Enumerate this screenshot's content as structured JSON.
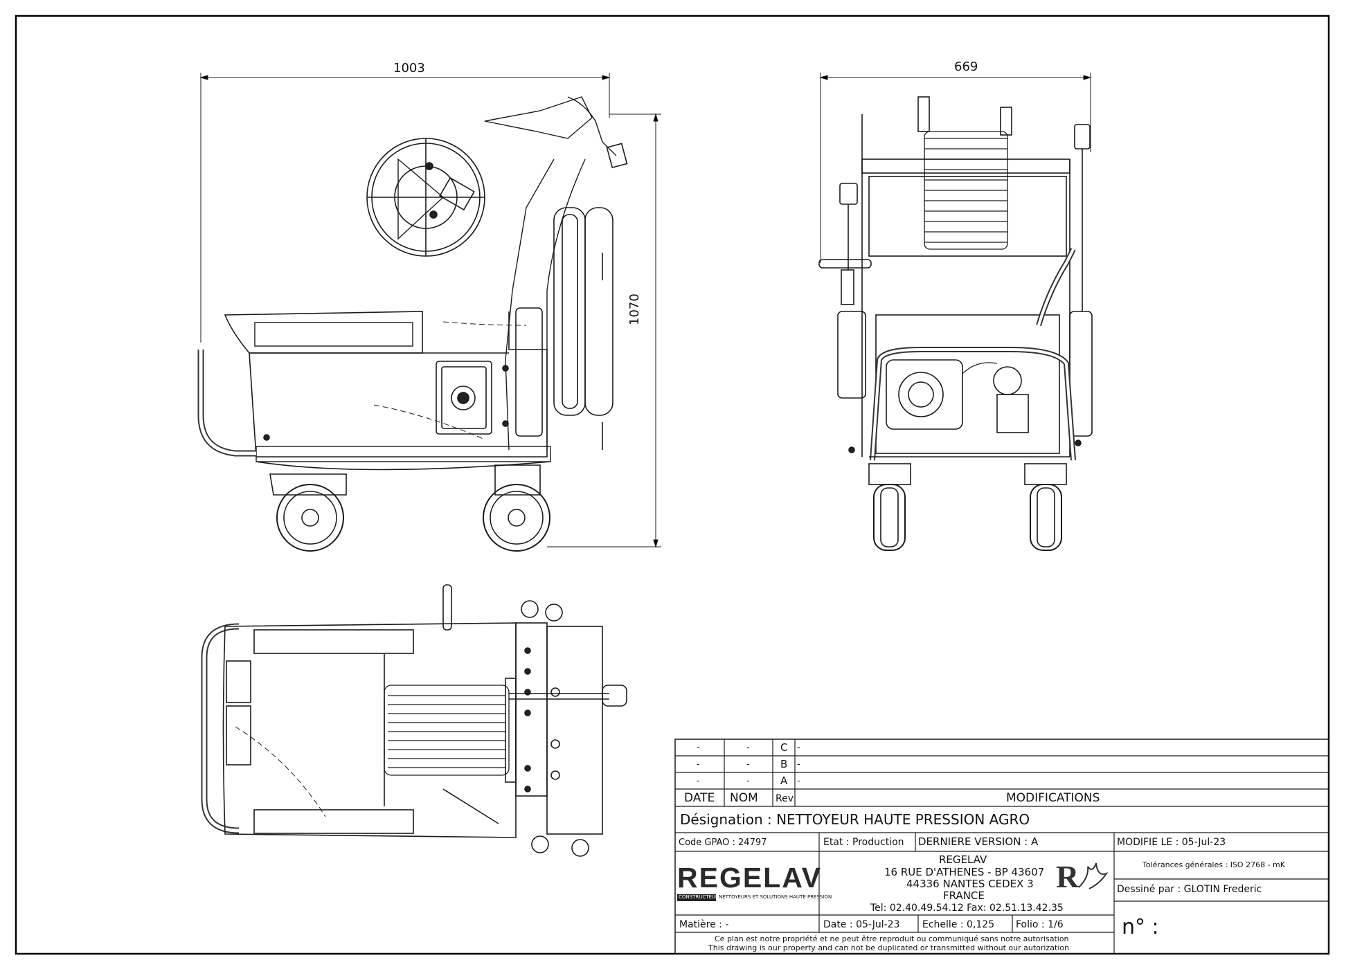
{
  "dimensions": {
    "side_width": "1003",
    "front_width": "669",
    "height": "1070"
  },
  "revisions": [
    {
      "date": "-",
      "nom": "-",
      "rev": "C",
      "mod": "-"
    },
    {
      "date": "-",
      "nom": "-",
      "rev": "B",
      "mod": "-"
    },
    {
      "date": "-",
      "nom": "-",
      "rev": "A",
      "mod": "-"
    }
  ],
  "headers": {
    "date": "DATE",
    "nom": "NOM",
    "rev": "Rev",
    "modifications": "MODIFICATIONS"
  },
  "designation": "Désignation : NETTOYEUR HAUTE PRESSION AGRO",
  "code_gpao": "Code GPAO : 24797",
  "etat": "Etat : Production",
  "version": "DERNIERE VERSION : A",
  "modifie_le": "MODIFIE LE : 05-Jul-23",
  "logo": {
    "name": "REGELAV",
    "tag": "CONSTRUCTEUR",
    "tagline": "NETTOYEURS ET SOLUTIONS HAUTE PRESSION"
  },
  "company": {
    "name": "REGELAV",
    "address1": "16 RUE D'ATHENES - BP 43607",
    "address2": "44336 NANTES CEDEX 3",
    "country": "FRANCE",
    "phones": "Tel:   02.40.49.54.12   Fax:   02.51.13.42.35"
  },
  "tolerances": "Tolérances générales : ISO 2768 - mK",
  "dessine_par": "Dessiné par : GLOTIN Frederic",
  "matiere": "Matière : -",
  "date": "Date : 05-Jul-23",
  "echelle": "Echelle : 0,125",
  "folio": "Folio : 1/6",
  "numero": "n° :",
  "disclaimer_fr": "Ce plan est notre propriété et ne peut être reproduit ou communiqué sans notre autorisation",
  "disclaimer_en": "This drawing is our property and can not be duplicated or transmitted without our autorization"
}
